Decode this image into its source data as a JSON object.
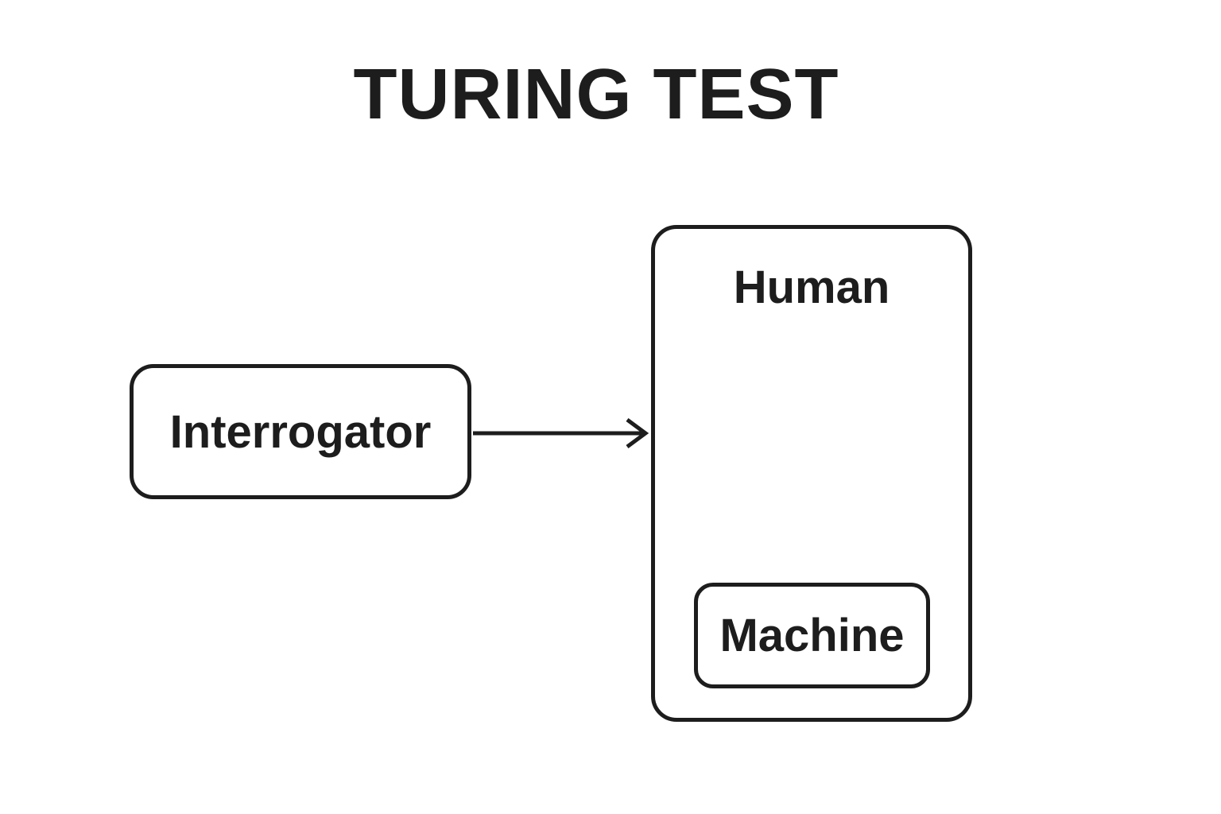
{
  "diagram": {
    "title": "TURING TEST",
    "nodes": {
      "interrogator": {
        "label": "Interrogator"
      },
      "human": {
        "label": "Human"
      },
      "machine": {
        "label": "Machine"
      }
    },
    "edges": [
      {
        "from": "interrogator",
        "to": "human",
        "style": "arrow-right"
      }
    ],
    "colors": {
      "stroke": "#1d1d1d",
      "text": "#1d1d1d",
      "background": "#ffffff"
    }
  }
}
